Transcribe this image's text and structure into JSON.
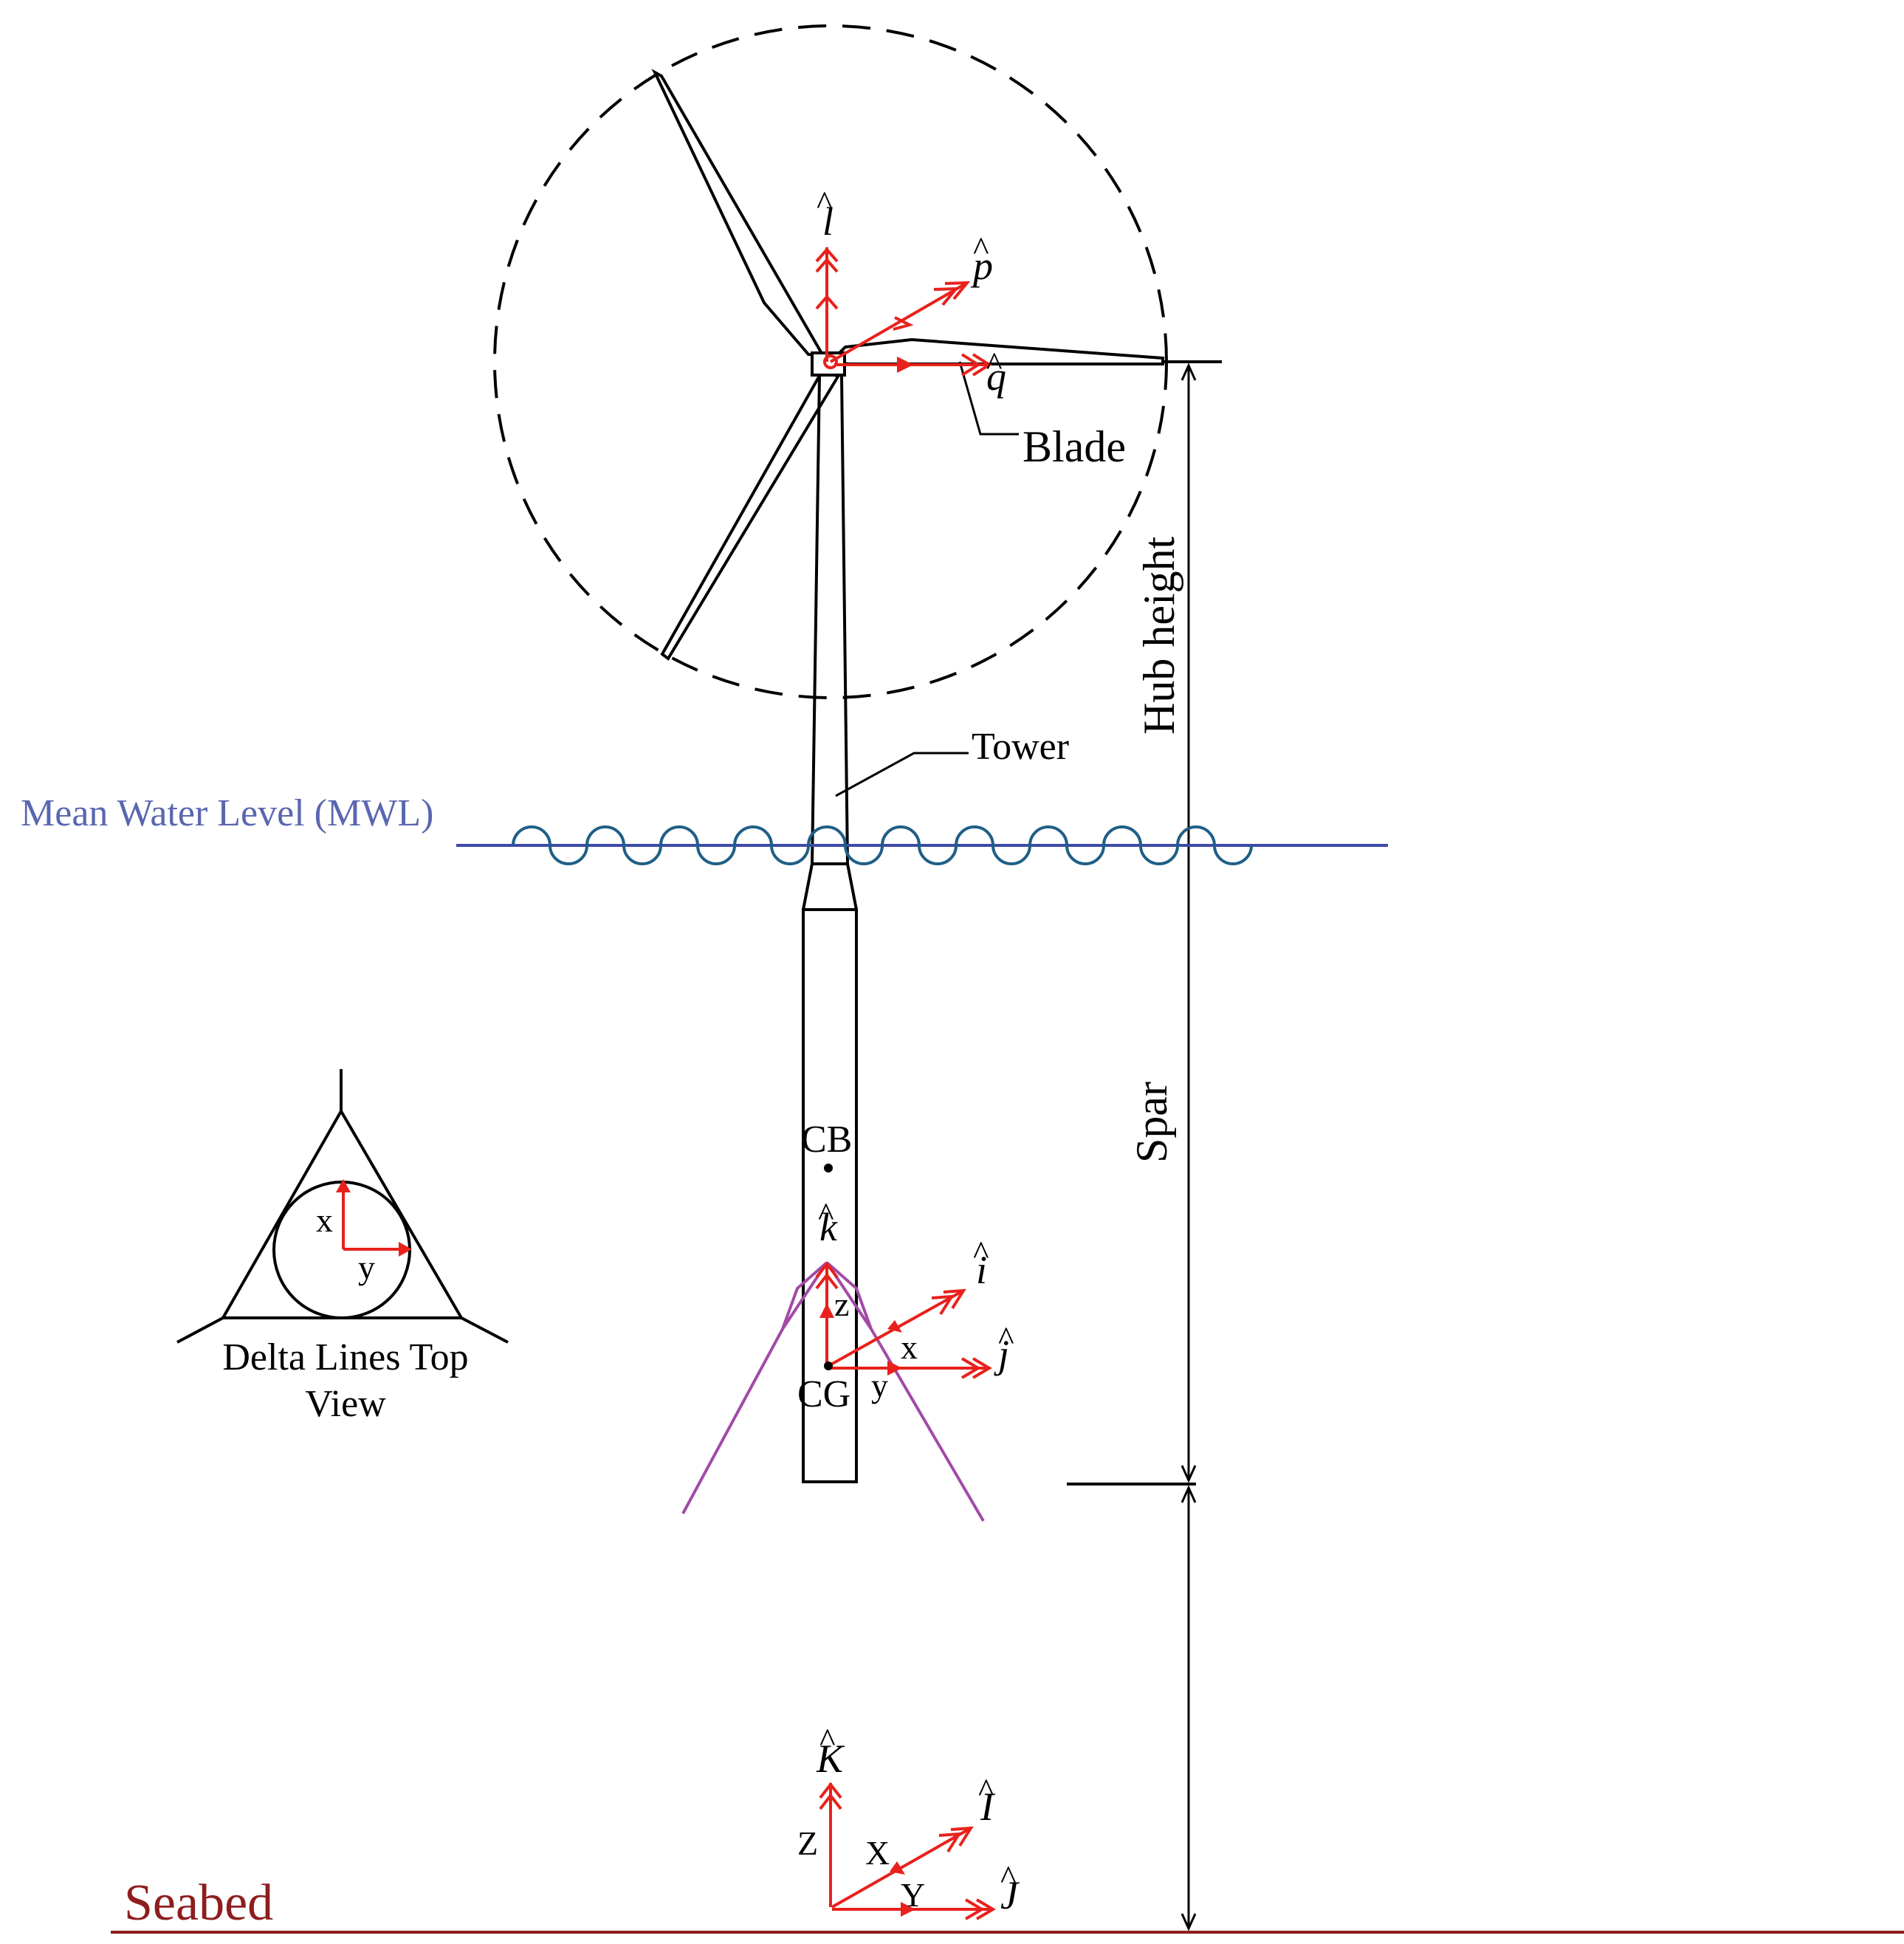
{
  "labels": {
    "blade": "Blade",
    "tower": "Tower",
    "mwl": "Mean Water Level (MWL)",
    "hub_height": "Hub height",
    "spar": "Spar",
    "seabed": "Seabed",
    "cb": "CB",
    "cg": "CG",
    "delta_line1": "Delta Lines Top",
    "delta_line2": "View"
  },
  "vectors": {
    "l": "l",
    "p": "p",
    "q": "q",
    "k": "k",
    "i": "i",
    "j": "j",
    "K": "K",
    "I": "I",
    "J": "J",
    "hat": "^"
  },
  "axes": {
    "body_z": "z",
    "body_x": "x",
    "body_y": "y",
    "global_z": "Z",
    "global_x": "X",
    "global_y": "Y",
    "top_x": "x",
    "top_y": "y"
  },
  "colors": {
    "arrow": "#e8211c",
    "mwl_text": "#5a66b0",
    "mwl_line": "#3d4aa8",
    "wave": "#1f5f86",
    "seabed": "#8e1d1f",
    "mooring": "#a24aa6",
    "line": "#000000"
  }
}
